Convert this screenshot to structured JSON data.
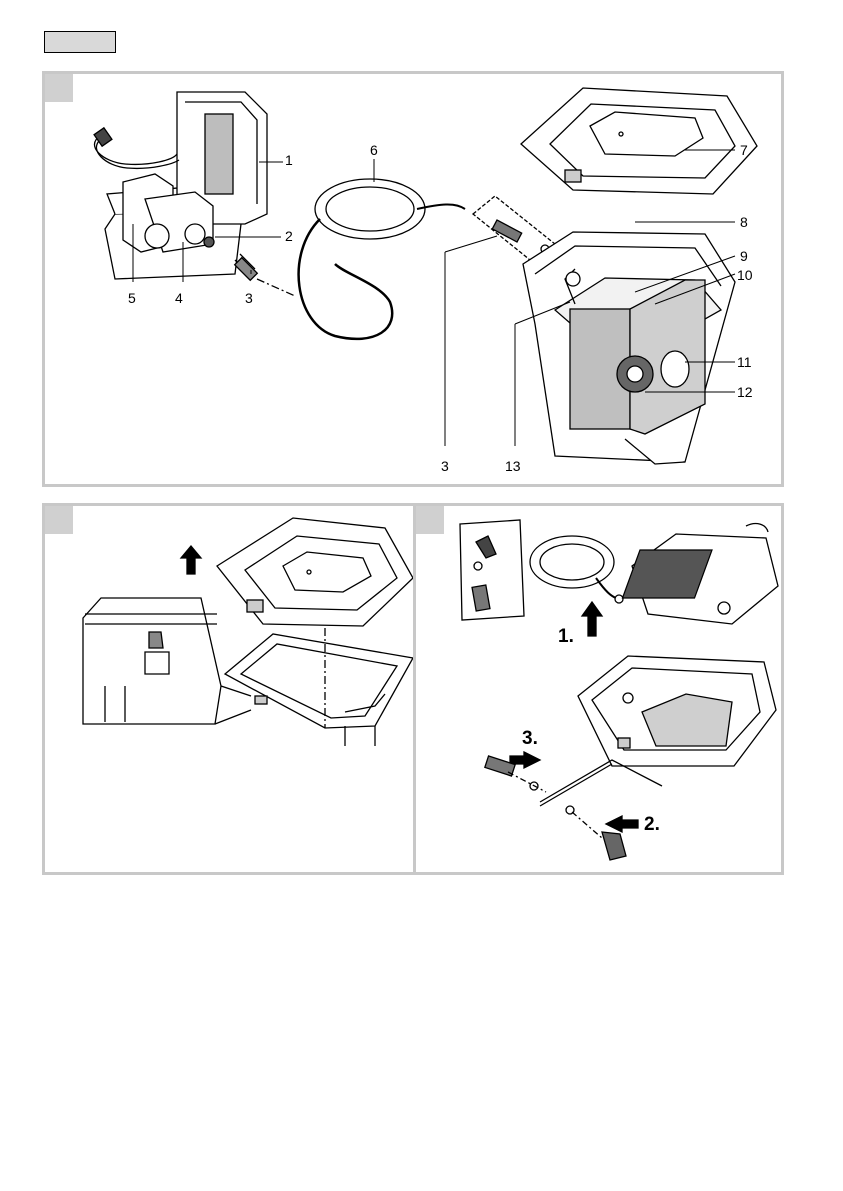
{
  "panel_a": {
    "callouts": [
      "1",
      "2",
      "3",
      "4",
      "5",
      "6",
      "7",
      "8",
      "9",
      "10",
      "11",
      "12",
      "3",
      "13"
    ]
  },
  "panel_c": {
    "steps": [
      "1.",
      "2.",
      "3."
    ]
  }
}
